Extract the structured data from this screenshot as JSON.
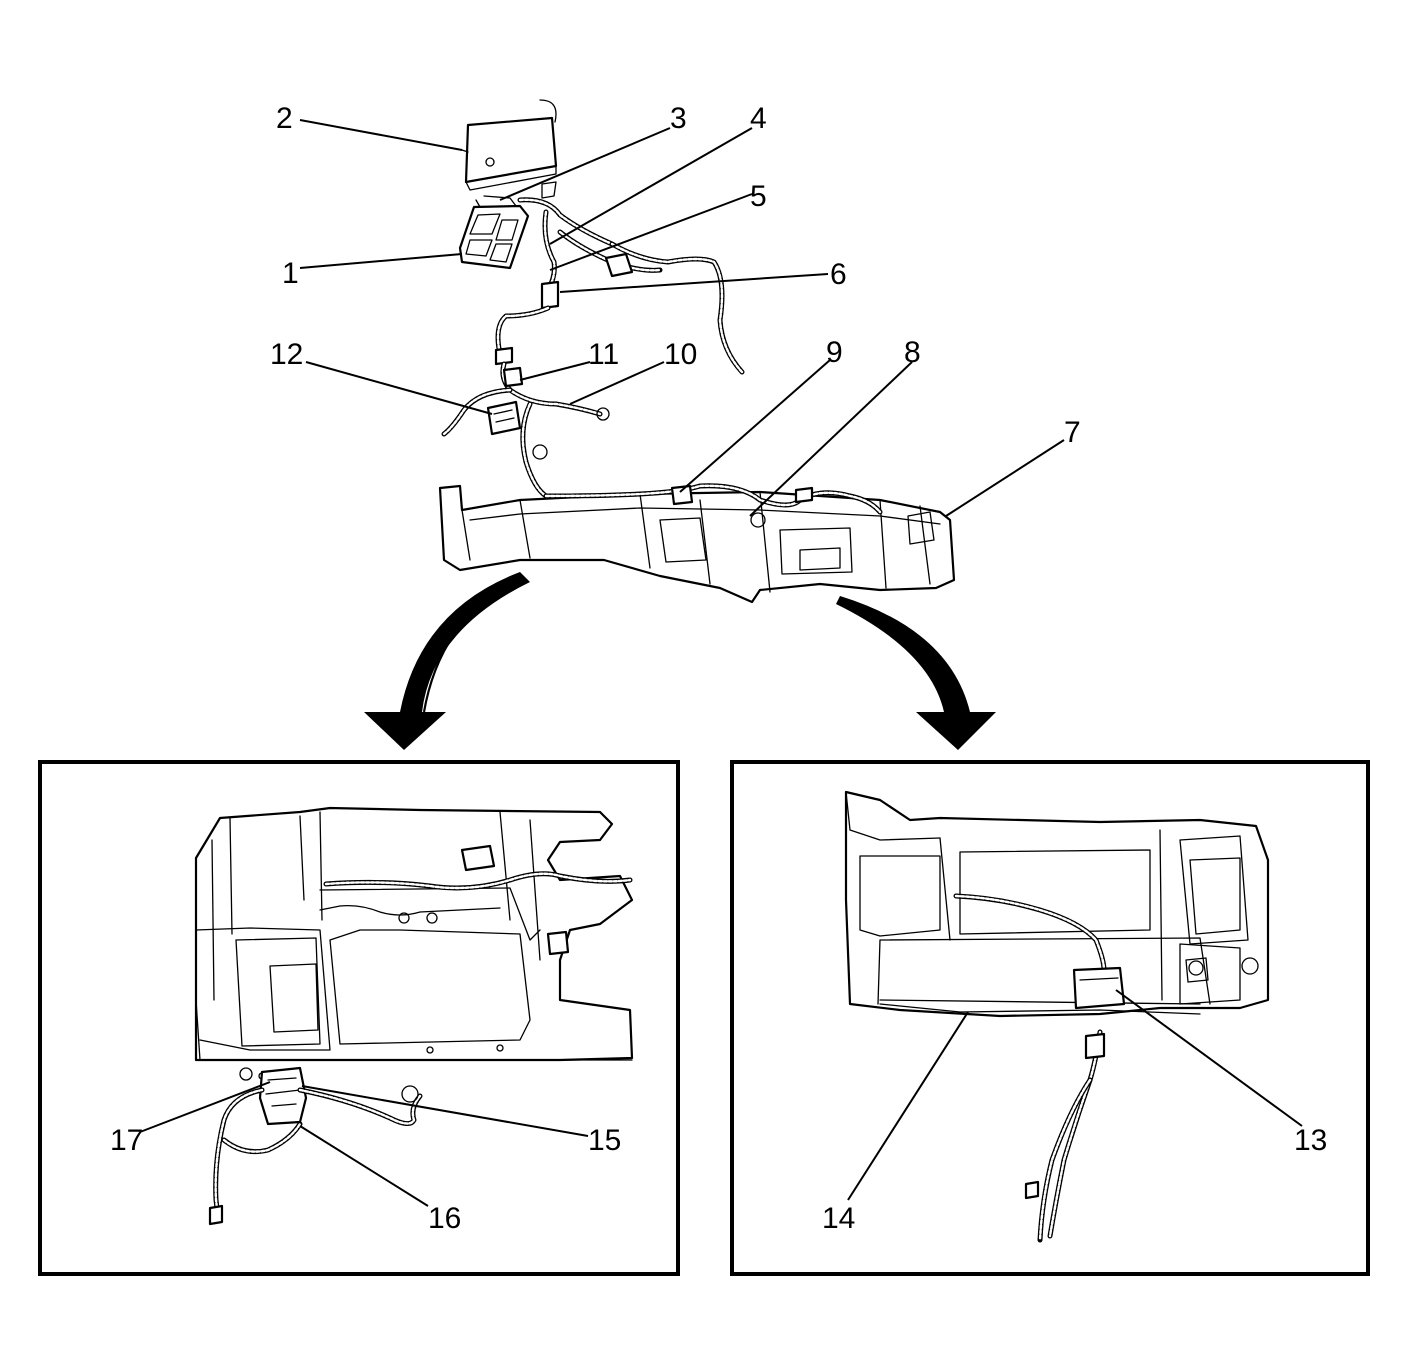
{
  "callouts": {
    "c1": "1",
    "c2": "2",
    "c3": "3",
    "c4": "4",
    "c5": "5",
    "c6": "6",
    "c7": "7",
    "c8": "8",
    "c9": "9",
    "c10": "10",
    "c11": "11",
    "c12": "12",
    "c13": "13",
    "c14": "14",
    "c15": "15",
    "c16": "16",
    "c17": "17"
  },
  "icons": {
    "left_arrow": "curved-arrow-down-left",
    "right_arrow": "curved-arrow-down-right"
  },
  "colors": {
    "ink": "#000000",
    "paper": "#ffffff"
  }
}
